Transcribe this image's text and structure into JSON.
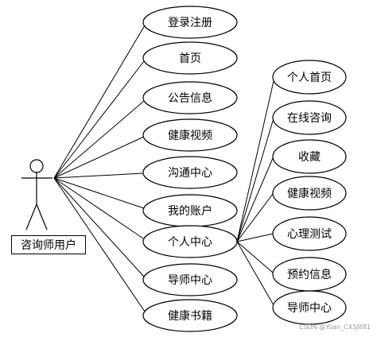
{
  "actor": {
    "label": "咨询师用户"
  },
  "main_use_cases": [
    {
      "label": "登录注册"
    },
    {
      "label": "首页"
    },
    {
      "label": "公告信息"
    },
    {
      "label": "健康视频"
    },
    {
      "label": "沟通中心"
    },
    {
      "label": "我的账户"
    },
    {
      "label": "个人中心"
    },
    {
      "label": "导师中心"
    },
    {
      "label": "健康书籍"
    }
  ],
  "sub_use_cases": [
    {
      "label": "个人首页"
    },
    {
      "label": "在线咨询"
    },
    {
      "label": "收藏"
    },
    {
      "label": "健康视频"
    },
    {
      "label": "心理测试"
    },
    {
      "label": "预约信息"
    },
    {
      "label": "导师中心"
    }
  ],
  "watermark": "CSDN @Yuan_CXSJ881"
}
